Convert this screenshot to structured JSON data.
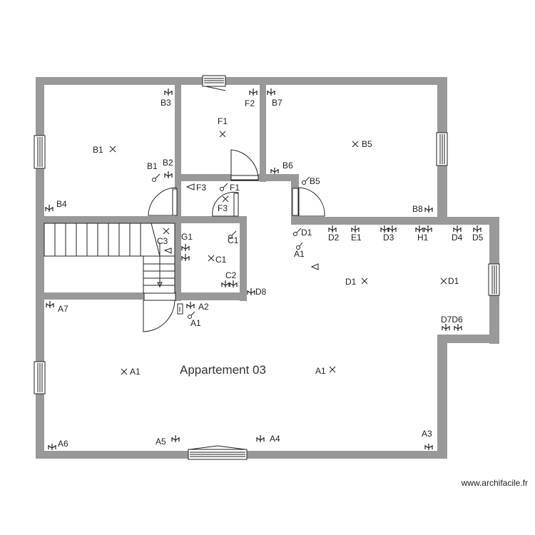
{
  "title": "Appartement 03",
  "watermark": "www.archifacile.fr",
  "labels": {
    "b3": "B3",
    "f2": "F2",
    "b7": "B7",
    "f1_room": "F1",
    "b1_room": "B1",
    "b5_room": "B5",
    "b1_sw": "B1",
    "b2": "B2",
    "b6": "B6",
    "b5_sw": "B5",
    "f3_left": "F3",
    "f1_sw": "F1",
    "f3_door": "F3",
    "b4": "B4",
    "b8": "B8",
    "d1_sw": "D1",
    "d2": "D2",
    "e1": "E1",
    "d3": "D3",
    "h1": "H1",
    "d4": "D4",
    "d5": "D5",
    "g1": "G1",
    "c1_sw": "C1",
    "c3": "C3",
    "c1_room": "C1",
    "c2": "C2",
    "d8": "D8",
    "a1_sw": "A1",
    "d1_room": "D1",
    "d1_right": "D1",
    "a7": "A7",
    "a2": "A2",
    "a1_low": "A1",
    "d7d6": "D7D6",
    "a1_left": "A1",
    "a1_right": "A1",
    "a6": "A6",
    "a5": "A5",
    "a4": "A4",
    "a3": "A3"
  }
}
